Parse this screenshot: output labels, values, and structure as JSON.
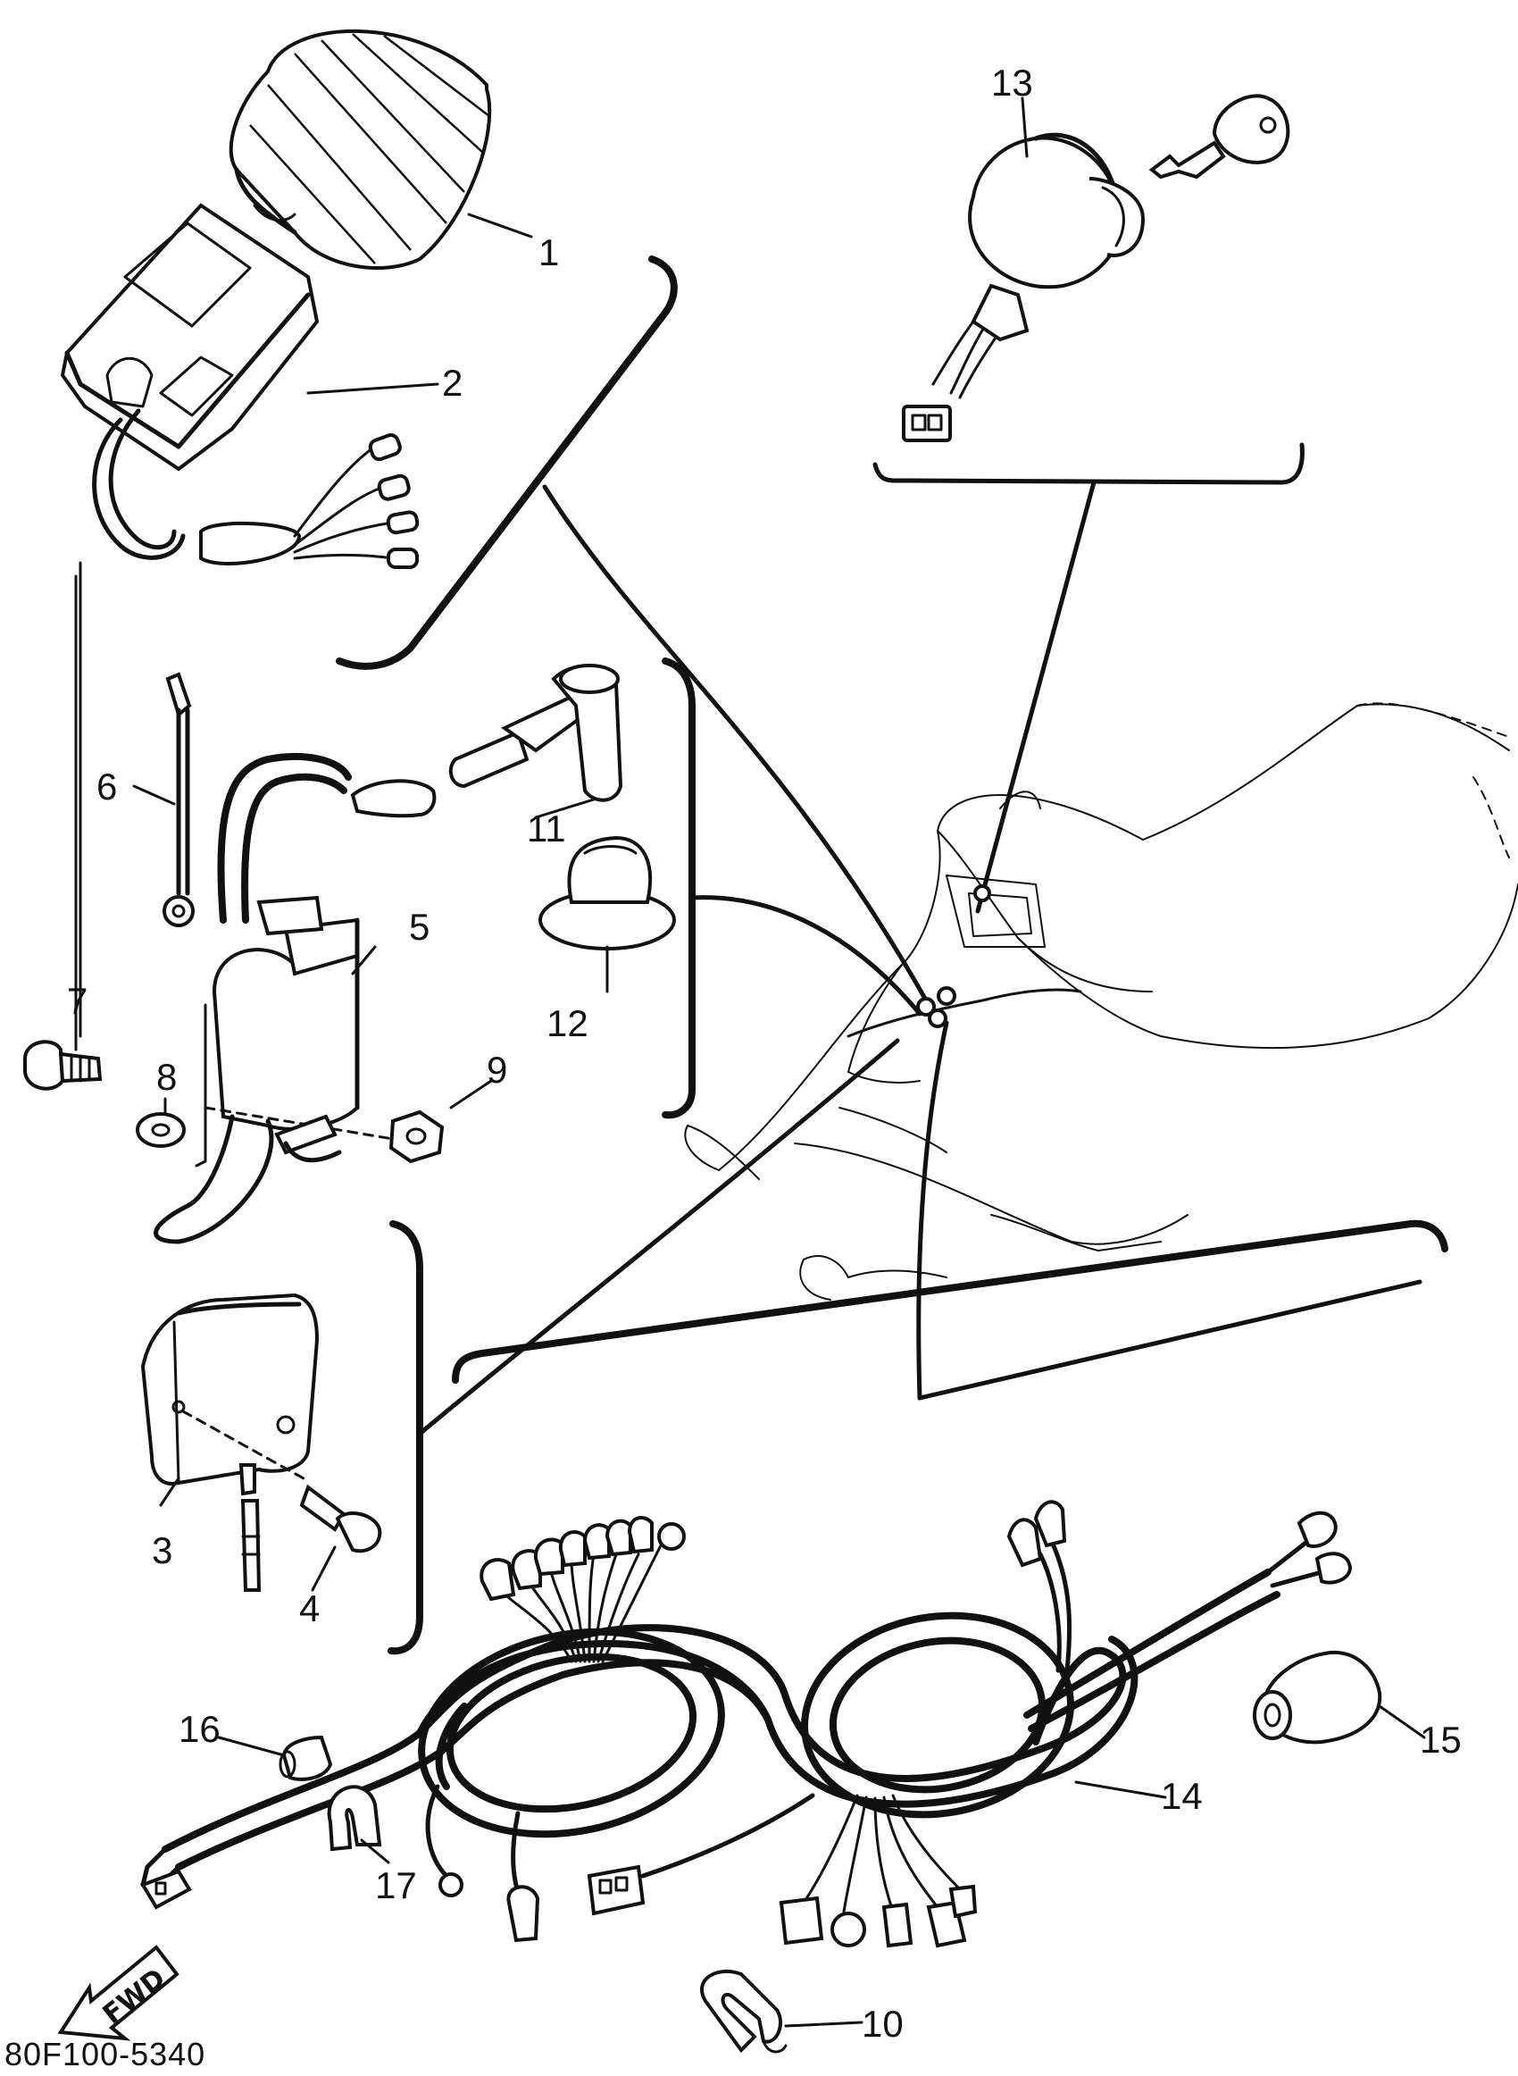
{
  "callouts": {
    "c1": "1",
    "c2": "2",
    "c3": "3",
    "c4": "4",
    "c5": "5",
    "c6": "6",
    "c7": "7",
    "c8": "8",
    "c9": "9",
    "c10": "10",
    "c11": "11",
    "c12": "12",
    "c13": "13",
    "c14": "14",
    "c15": "15",
    "c16": "16",
    "c17": "17"
  },
  "drawing_code": "80F100-5340",
  "fwd_label": "FWD"
}
